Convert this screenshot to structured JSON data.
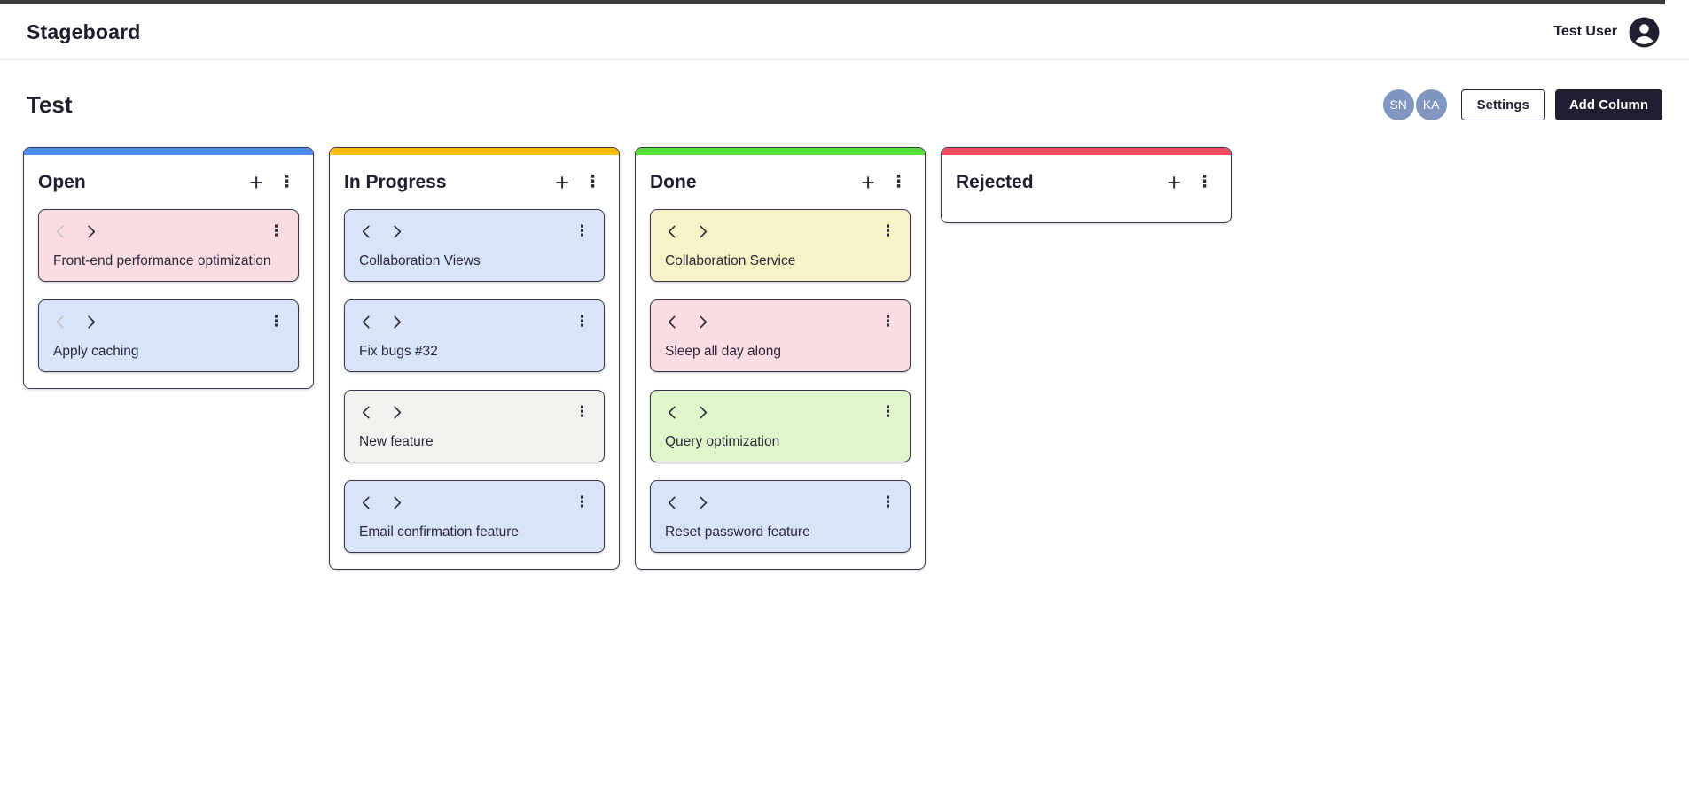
{
  "header": {
    "app_title": "Stageboard",
    "user_name": "Test User"
  },
  "board": {
    "title": "Test",
    "members": [
      "SN",
      "KA"
    ],
    "settings_label": "Settings",
    "add_column_label": "Add Column"
  },
  "icons": {
    "plus": "+",
    "kebab": "⋮"
  },
  "colors": {
    "primary_dark": "#211e31",
    "member_avatar": "#8195c1"
  },
  "columns": [
    {
      "name": "Open",
      "accent": "#4d8df5",
      "cards": [
        {
          "title": "Front-end performance optimization",
          "bg": "#fbdce2",
          "left_disabled": true
        },
        {
          "title": "Apply caching",
          "bg": "#d7e4f9",
          "left_disabled": true
        }
      ]
    },
    {
      "name": "In Progress",
      "accent": "#fcbb05",
      "cards": [
        {
          "title": "Collaboration Views",
          "bg": "#d7e4f9",
          "left_disabled": false
        },
        {
          "title": "Fix bugs #32",
          "bg": "#d7e4f9",
          "left_disabled": false
        },
        {
          "title": "New feature",
          "bg": "#f1f1ee",
          "left_disabled": false
        },
        {
          "title": "Email confirmation feature",
          "bg": "#d7e4f9",
          "left_disabled": false
        }
      ]
    },
    {
      "name": "Done",
      "accent": "#55e136",
      "cards": [
        {
          "title": "Collaboration Service",
          "bg": "#f8f3c7",
          "left_disabled": false
        },
        {
          "title": "Sleep all day along",
          "bg": "#fbdce2",
          "left_disabled": false
        },
        {
          "title": "Query optimization",
          "bg": "#def6c9",
          "left_disabled": false
        },
        {
          "title": "Reset password feature",
          "bg": "#d7e4f9",
          "left_disabled": false
        }
      ]
    },
    {
      "name": "Rejected",
      "accent": "#f54b5e",
      "cards": []
    }
  ]
}
